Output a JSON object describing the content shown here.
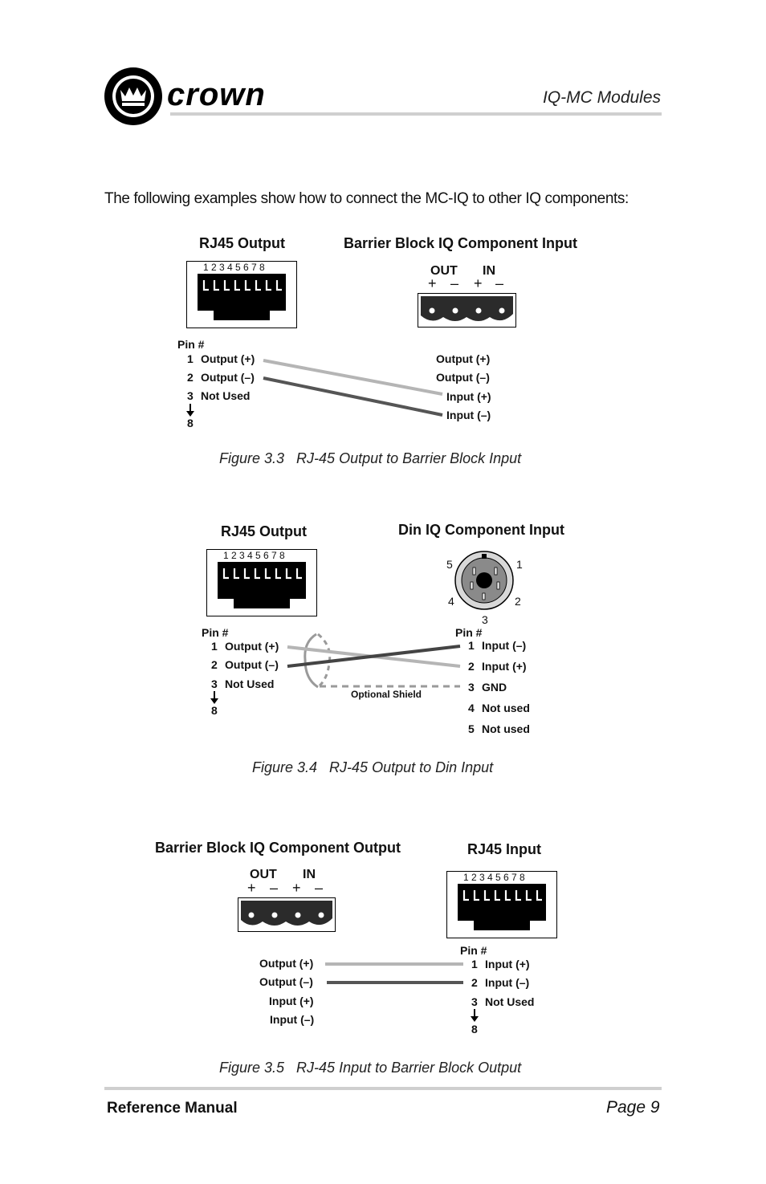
{
  "header": {
    "brand": "crown",
    "section_title": "IQ-MC Modules"
  },
  "intro": "The following examples show how to connect the MC-IQ to other IQ components:",
  "figures": {
    "fig33": {
      "left_title": "RJ45 Output",
      "right_title": "Barrier Block IQ Component Input",
      "rj45_pins": "1 2 3 4 5 6 7 8",
      "block_out": "OUT",
      "block_in": "IN",
      "block_signs": [
        "+",
        "–",
        "+",
        "–"
      ],
      "pin_header": "Pin #",
      "left_rows": [
        {
          "num": "1",
          "label": "Output (+)"
        },
        {
          "num": "2",
          "label": "Output (–)"
        },
        {
          "num": "3",
          "label": "Not Used"
        }
      ],
      "pin_end": "8",
      "right_rows": [
        "Output (+)",
        "Output (–)",
        "Input (+)",
        "Input (–)"
      ],
      "caption": "Figure 3.3   RJ-45 Output to Barrier Block Input"
    },
    "fig34": {
      "left_title": "RJ45 Output",
      "right_title": "Din IQ Component Input",
      "rj45_pins": "1 2 3 4 5 6 7 8",
      "din_pin_labels": [
        "5",
        "1",
        "4",
        "2",
        "3"
      ],
      "pin_header_left": "Pin #",
      "left_rows": [
        {
          "num": "1",
          "label": "Output (+)"
        },
        {
          "num": "2",
          "label": "Output (–)"
        },
        {
          "num": "3",
          "label": "Not Used"
        }
      ],
      "pin_end": "8",
      "pin_header_right": "Pin #",
      "right_rows": [
        {
          "num": "1",
          "label": "Input (–)"
        },
        {
          "num": "2",
          "label": "Input (+)"
        },
        {
          "num": "3",
          "label": "GND"
        },
        {
          "num": "4",
          "label": "Not used"
        },
        {
          "num": "5",
          "label": "Not used"
        }
      ],
      "shield_label": "Optional Shield",
      "caption": "Figure 3.4   RJ-45 Output to Din Input"
    },
    "fig35": {
      "left_title": "Barrier Block IQ Component Output",
      "right_title": "RJ45 Input",
      "rj45_pins": "1 2 3 4 5 6 7 8",
      "block_out": "OUT",
      "block_in": "IN",
      "block_signs": [
        "+",
        "–",
        "+",
        "–"
      ],
      "left_rows": [
        "Output (+)",
        "Output (–)",
        "Input (+)",
        "Input (–)"
      ],
      "pin_header": "Pin #",
      "right_rows": [
        {
          "num": "1",
          "label": "Input (+)"
        },
        {
          "num": "2",
          "label": "Input (–)"
        },
        {
          "num": "3",
          "label": "Not Used"
        }
      ],
      "pin_end": "8",
      "caption": "Figure 3.5   RJ-45 Input to Barrier Block Output"
    }
  },
  "footer": {
    "left": "Reference Manual",
    "right": "Page 9"
  }
}
